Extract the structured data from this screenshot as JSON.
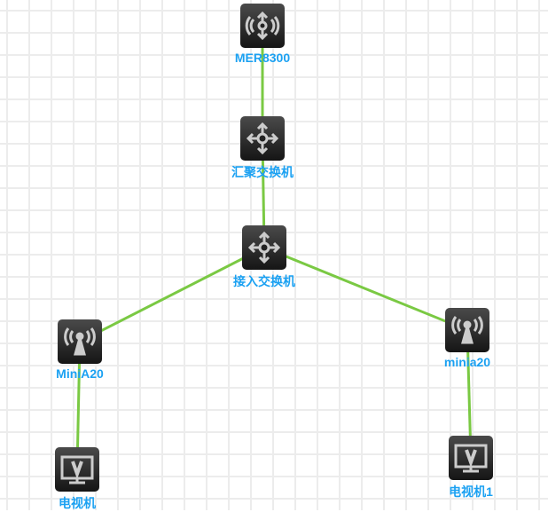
{
  "colors": {
    "link": "#7ac943",
    "label": "#1ba1f2"
  },
  "nodes": [
    {
      "id": "mer8300",
      "label": "MER8300",
      "icon": "wireless-ap-icon"
    },
    {
      "id": "agg",
      "label": "汇聚交换机",
      "icon": "switch-icon"
    },
    {
      "id": "acc",
      "label": "接入交换机",
      "icon": "switch-icon"
    },
    {
      "id": "minia20a",
      "label": "MiniA20",
      "icon": "antenna-icon"
    },
    {
      "id": "minia20b",
      "label": "minia20",
      "icon": "antenna-icon"
    },
    {
      "id": "tv",
      "label": "电视机",
      "icon": "tv-icon"
    },
    {
      "id": "tv1",
      "label": "电视机1",
      "icon": "tv-icon"
    }
  ],
  "links": [
    [
      "mer8300",
      "agg"
    ],
    [
      "agg",
      "acc"
    ],
    [
      "acc",
      "minia20a"
    ],
    [
      "acc",
      "minia20b"
    ],
    [
      "minia20a",
      "tv"
    ],
    [
      "minia20b",
      "tv1"
    ]
  ]
}
